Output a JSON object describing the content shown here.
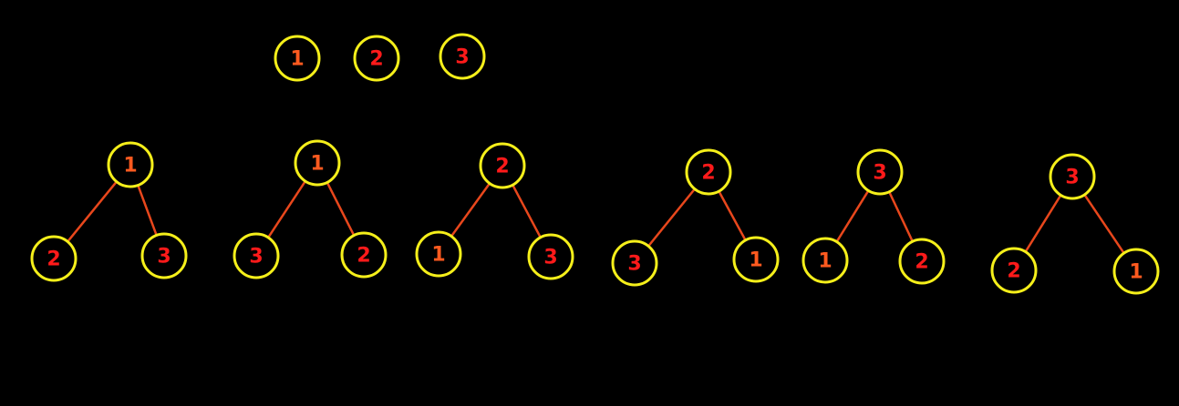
{
  "colors": {
    "background": "#000000",
    "node_ring": "#f5ef1a",
    "label_red": "#ff1a1a",
    "label_orange": "#ff5a1f",
    "edge": "#e8471c"
  },
  "top_row": {
    "nodes": [
      {
        "label": "1",
        "tone": "orange"
      },
      {
        "label": "2",
        "tone": "red"
      },
      {
        "label": "3",
        "tone": "red"
      }
    ]
  },
  "trees": [
    {
      "root": {
        "label": "1",
        "tone": "orange"
      },
      "left": {
        "label": "2",
        "tone": "red"
      },
      "right": {
        "label": "3",
        "tone": "red"
      }
    },
    {
      "root": {
        "label": "1",
        "tone": "orange"
      },
      "left": {
        "label": "3",
        "tone": "red"
      },
      "right": {
        "label": "2",
        "tone": "red"
      }
    },
    {
      "root": {
        "label": "2",
        "tone": "red"
      },
      "left": {
        "label": "1",
        "tone": "orange"
      },
      "right": {
        "label": "3",
        "tone": "red"
      }
    },
    {
      "root": {
        "label": "2",
        "tone": "red"
      },
      "left": {
        "label": "3",
        "tone": "red"
      },
      "right": {
        "label": "1",
        "tone": "orange"
      }
    },
    {
      "root": {
        "label": "3",
        "tone": "red"
      },
      "left": {
        "label": "1",
        "tone": "orange"
      },
      "right": {
        "label": "2",
        "tone": "red"
      }
    },
    {
      "root": {
        "label": "3",
        "tone": "red"
      },
      "left": {
        "label": "2",
        "tone": "red"
      },
      "right": {
        "label": "1",
        "tone": "orange"
      }
    }
  ]
}
